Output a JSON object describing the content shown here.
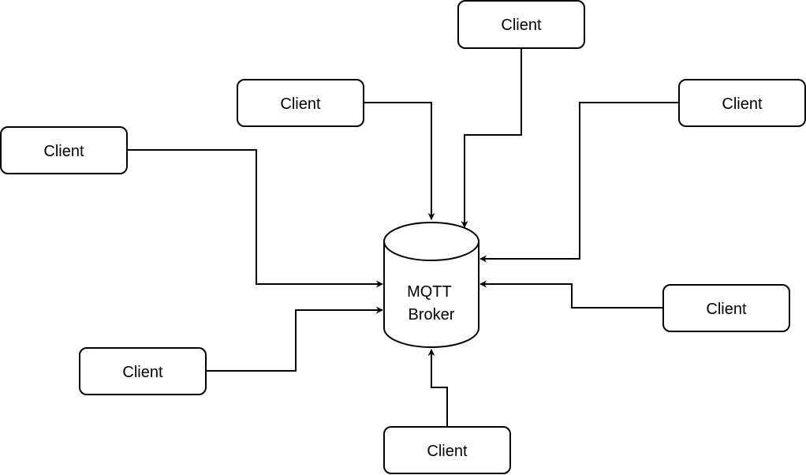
{
  "diagram": {
    "type": "star-topology",
    "colors": {
      "stroke": "#000000",
      "fill": "#ffffff",
      "text": "#000000"
    },
    "broker": {
      "id": "broker",
      "shape": "cylinder",
      "label_lines": [
        "MQTT",
        "Broker"
      ]
    },
    "clients": [
      {
        "id": "client-top",
        "label": "Client"
      },
      {
        "id": "client-upper-left",
        "label": "Client"
      },
      {
        "id": "client-left",
        "label": "Client"
      },
      {
        "id": "client-upper-right",
        "label": "Client"
      },
      {
        "id": "client-right",
        "label": "Client"
      },
      {
        "id": "client-lower-left",
        "label": "Client"
      },
      {
        "id": "client-bottom",
        "label": "Client"
      }
    ],
    "edges": [
      {
        "from": "client-upper-left",
        "to": "broker",
        "arrow": "end"
      },
      {
        "from": "client-top",
        "to": "broker",
        "arrow": "end"
      },
      {
        "from": "client-upper-right",
        "to": "broker",
        "arrow": "end"
      },
      {
        "from": "client-left",
        "to": "broker",
        "arrow": "end"
      },
      {
        "from": "client-right",
        "to": "broker",
        "arrow": "end"
      },
      {
        "from": "client-lower-left",
        "to": "broker",
        "arrow": "end"
      },
      {
        "from": "client-bottom",
        "to": "broker",
        "arrow": "end"
      }
    ]
  }
}
